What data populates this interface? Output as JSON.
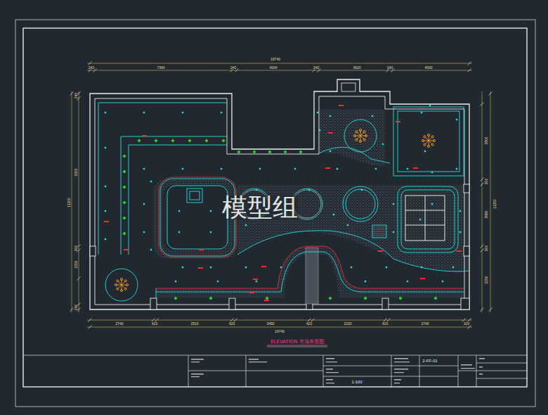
{
  "diagram": {
    "title": "ELEVATION 吊顶布置图",
    "labels": [
      "19740",
      "240",
      "7364",
      "240",
      "4004",
      "240",
      "3620",
      "240",
      "4000",
      "2740",
      "420",
      "2510",
      "420",
      "3450",
      "420",
      "2220",
      "420",
      "2740",
      "320",
      "19740",
      "240",
      "5300",
      "300",
      "2250",
      "240",
      "11200",
      "3900",
      "300",
      "3960",
      "300",
      "2250",
      "11200",
      "模型组",
      "2-FF-01",
      "1:100"
    ]
  }
}
